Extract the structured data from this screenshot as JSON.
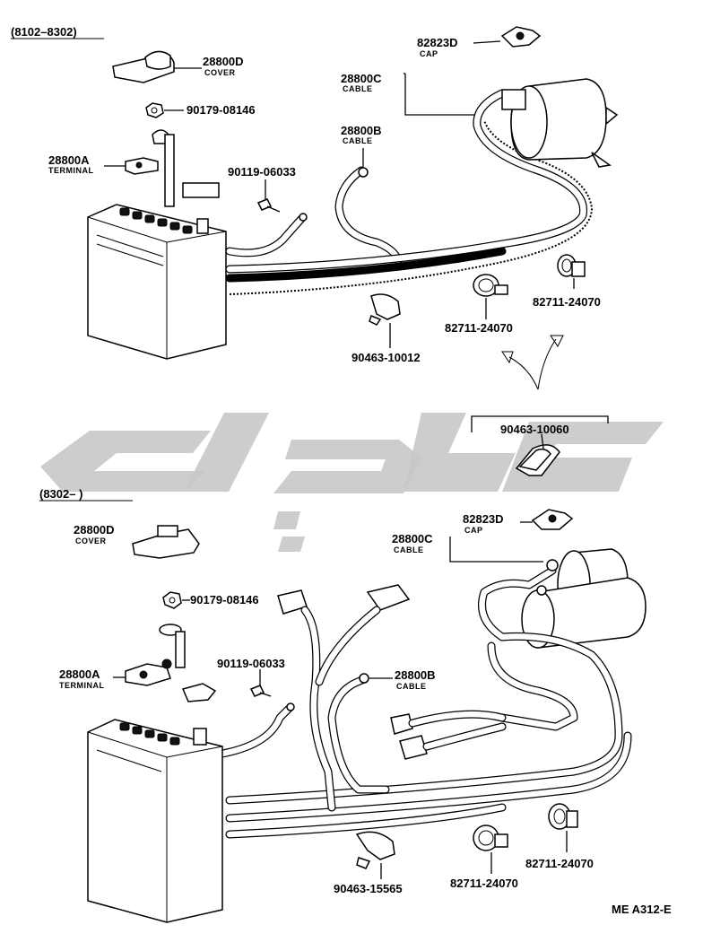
{
  "sections": {
    "top": "(8102–8302)",
    "bottom": "(8302–        )"
  },
  "top_parts": {
    "cover_num": "28800D",
    "cover_desc": "COVER",
    "nut_num": "90179-08146",
    "terminal_num": "28800A",
    "terminal_desc": "TERMINAL",
    "bolt_num": "90119-06033",
    "cableb_num": "28800B",
    "cableb_desc": "CABLE",
    "cap_num": "82823D",
    "cap_desc": "CAP",
    "cablec_num": "28800C",
    "cablec_desc": "CABLE",
    "clamp1_num": "90463-10012",
    "clamp2_num": "82711-24070",
    "clamp3_num": "82711-24070"
  },
  "bottom_parts": {
    "clamp_top_num": "90463-10060",
    "cap_num": "82823D",
    "cap_desc": "CAP",
    "cablec_num": "28800C",
    "cablec_desc": "CABLE",
    "cover_num": "28800D",
    "cover_desc": "COVER",
    "nut_num": "90179-08146",
    "bolt_num": "90119-06033",
    "terminal_num": "28800A",
    "terminal_desc": "TERMINAL",
    "cableb_num": "28800B",
    "cableb_desc": "CABLE",
    "clamp1_num": "90463-15565",
    "clamp2_num": "82711-24070",
    "clamp3_num": "82711-24070"
  },
  "footer_code": "ME A312-E"
}
